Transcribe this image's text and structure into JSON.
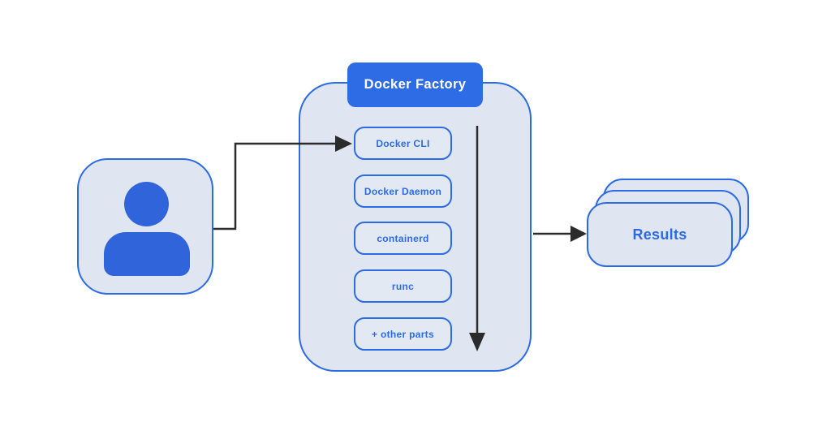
{
  "colors": {
    "accent_blue": "#2d6be4",
    "header_blue": "#2e6ce5",
    "person_icon_blue": "#3064da",
    "node_fill": "#dfe6f1",
    "arrow_dark": "#2b2b2b"
  },
  "factory": {
    "title": "Docker Factory",
    "components": [
      {
        "label": "Docker CLI"
      },
      {
        "label": "Docker Daemon"
      },
      {
        "label": "containerd"
      },
      {
        "label": "runc"
      },
      {
        "label": "+ other parts"
      }
    ]
  },
  "results": {
    "label": "Results",
    "stack_count": 3
  },
  "icons": {
    "user": "user-icon",
    "flow_down": "arrow-down-icon",
    "flow_right": "arrow-right-icon"
  }
}
